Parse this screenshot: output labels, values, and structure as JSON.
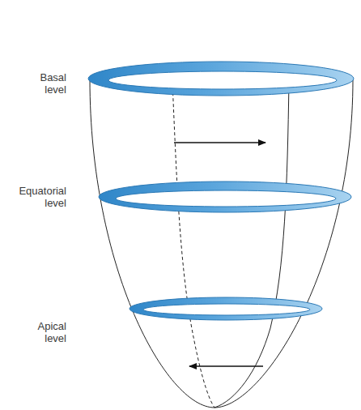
{
  "diagram": {
    "labels": [
      "Basal level",
      "Equatorial level",
      "Apical level"
    ]
  }
}
